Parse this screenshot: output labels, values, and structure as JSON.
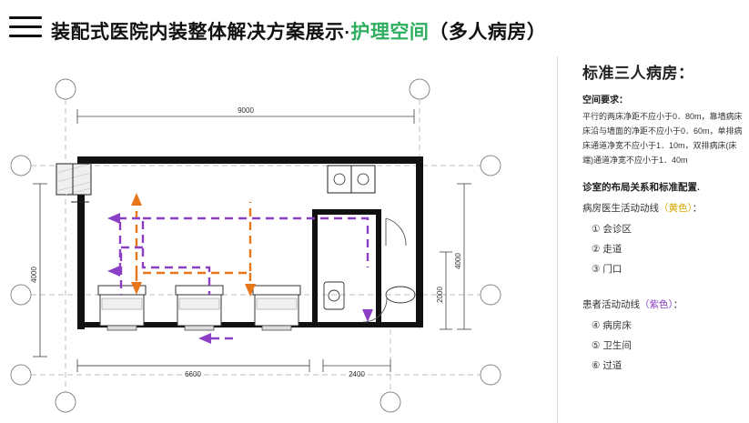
{
  "header": {
    "menu_icon": "hamburger-menu-icon",
    "title_main": "装配式医院内装整体解决方案展示",
    "title_sep": "·",
    "title_accent": "护理空间",
    "title_tail": "（多人病房）"
  },
  "panel": {
    "heading": "标准三人病房：",
    "space_req_label": "空间要求：",
    "space_req_text": "  平行的两床净距不应小于0．80m，靠墙病床床沿与墙面的净距不应小于0．60m，单排病床通道净宽不应小于1．10m，双排病床(床端)通道净宽不应小于1．40m",
    "config_label": "诊室的布局关系和标准配置.",
    "staff_flow_label": "病房医生活动动线",
    "staff_flow_color_note": "（黄色）",
    "staff_flow_colon": "：",
    "staff_items": [
      "① 会诊区",
      "② 走道",
      "③ 门口"
    ],
    "patient_flow_label": "患者活动动线",
    "patient_flow_color_note": "（紫色）",
    "patient_flow_colon": "：",
    "patient_items": [
      "④ 病房床",
      "⑤ 卫生间",
      "⑥ 过道"
    ]
  },
  "plan": {
    "dim_top": "9000",
    "dim_left": "4000",
    "dim_right_upper": "4000",
    "dim_right_lower": "2000",
    "dim_bottom_left": "6600",
    "dim_bottom_right": "2400",
    "grid_labels": [
      "",
      "",
      "",
      "",
      "",
      "",
      "",
      ""
    ]
  },
  "colors": {
    "accent_green": "#2fae60",
    "flow_yellow": "#d9a700",
    "flow_orange": "#e8761b",
    "flow_purple": "#8b3fc4",
    "wall": "#111111",
    "divider": "#d8d8d8"
  }
}
